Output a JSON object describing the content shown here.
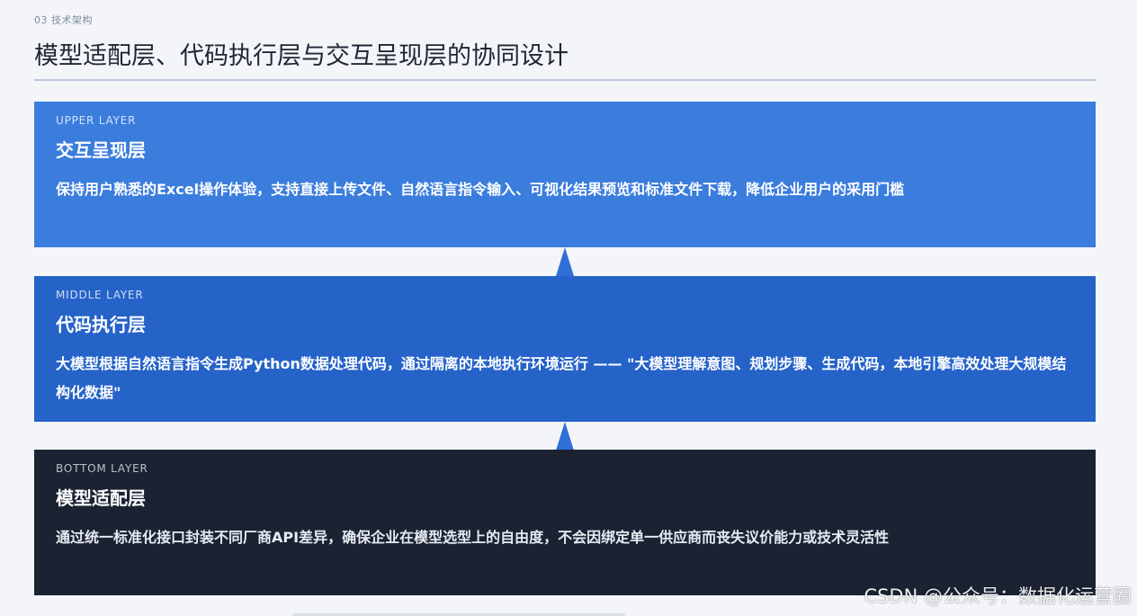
{
  "header": {
    "section_label": "03 技术架构",
    "title": "模型适配层、代码执行层与交互呈现层的协同设计"
  },
  "layers": [
    {
      "tag": "UPPER LAYER",
      "name": "交互呈现层",
      "description": "保持用户熟悉的Excel操作体验，支持直接上传文件、自然语言指令输入、可视化结果预览和标准文件下载，降低企业用户的采用门槛"
    },
    {
      "tag": "MIDDLE LAYER",
      "name": "代码执行层",
      "description": "大模型根据自然语言指令生成Python数据处理代码，通过隔离的本地执行环境运行 —— \"大模型理解意图、规划步骤、生成代码，本地引擎高效处理大规模结构化数据\""
    },
    {
      "tag": "BOTTOM LAYER",
      "name": "模型适配层",
      "description": "通过统一标准化接口封装不同厂商API差异，确保企业在模型选型上的自由度，不会因绑定单一供应商而丧失议价能力或技术灵活性"
    }
  ],
  "colors": {
    "upper": "#3b7ddd",
    "middle": "#2563c9",
    "bottom": "#1b2333",
    "arrow": "#2f6fd6"
  },
  "watermark": "CSDN @公众号：数据化运营圈"
}
